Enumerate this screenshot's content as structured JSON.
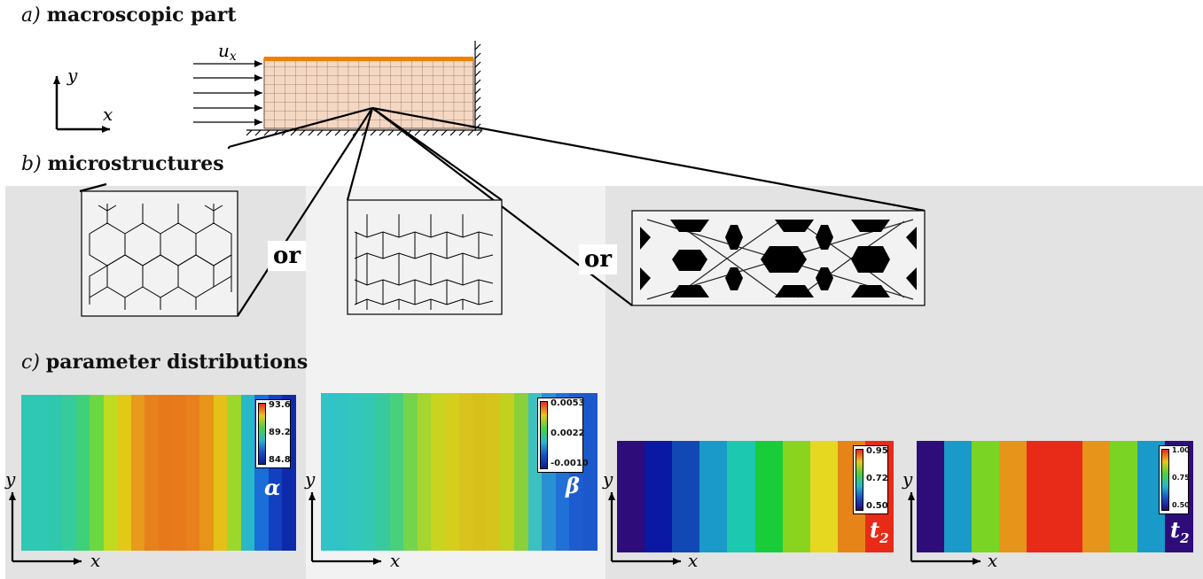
{
  "sections": {
    "a": {
      "letter": "a)",
      "title": "macroscopic part"
    },
    "b": {
      "letter": "b)",
      "title": "microstructures"
    },
    "c": {
      "letter": "c)",
      "title": "parameter distributions"
    }
  },
  "macro": {
    "load_label": "u",
    "load_subscript": "x",
    "axis_x": "x",
    "axis_y": "y"
  },
  "micro": {
    "or_1": "or",
    "or_2": "or"
  },
  "maps": [
    {
      "symbol": "α",
      "subscript": "",
      "colorbar_ticks": [
        "93.6",
        "89.2",
        "84.8"
      ],
      "axis_x": "x",
      "axis_y": "y",
      "column_colors": [
        "#2fc8b4",
        "#2fc8b4",
        "#30c8ac",
        "#35cb9c",
        "#3fd07a",
        "#6ad840",
        "#c0dc20",
        "#e4c818",
        "#e89a1c",
        "#e8801c",
        "#e8781c",
        "#e87a1c",
        "#e8801c",
        "#e89418",
        "#e4c018",
        "#9cd82c",
        "#28b8c8",
        "#1a6ed8",
        "#1240c0",
        "#0c2aaa"
      ],
      "colors": {
        "low": "#0c1d8e",
        "high": "#e82a1c"
      }
    },
    {
      "symbol": "β",
      "subscript": "",
      "colorbar_ticks": [
        "0.0053",
        "0.0022",
        "-0.0010"
      ],
      "axis_x": "x",
      "axis_y": "y",
      "column_colors": [
        "#30c4c8",
        "#30c4c4",
        "#32c6bc",
        "#34c8b4",
        "#38ca9e",
        "#48d07c",
        "#74d44c",
        "#a6d430",
        "#c8d420",
        "#d6ce1c",
        "#d8c41c",
        "#d8c01c",
        "#d6c41c",
        "#c4d020",
        "#88d03c",
        "#3cc0c0",
        "#2a90d4",
        "#2070d8",
        "#1c5cd0",
        "#1a58cc"
      ],
      "colors": {
        "low": "#0c1d8e",
        "high": "#e82a1c"
      }
    },
    {
      "symbol": "t",
      "subscript": "2",
      "colorbar_ticks": [
        "0.95",
        "0.72",
        "0.50"
      ],
      "axis_x": "x",
      "axis_y": "y",
      "column_colors": [
        "#2e0c7a",
        "#0a18a4",
        "#1248b4",
        "#1a9ac8",
        "#1cc8b0",
        "#18cc3a",
        "#8ad420",
        "#e6d820",
        "#e68418",
        "#e82a18"
      ],
      "colors": {
        "low": "#2a0870",
        "high": "#e82a1c"
      }
    },
    {
      "symbol": "t",
      "subscript": "2",
      "colorbar_ticks": [
        "1.00",
        "0.75",
        "0.50"
      ],
      "axis_x": "x",
      "axis_y": "y",
      "column_colors": [
        "#2e0c7a",
        "#1a9ac8",
        "#7ad424",
        "#e6941a",
        "#e82a18",
        "#e82a18",
        "#e6941a",
        "#7ad424",
        "#1a9ac8",
        "#2e0c7a"
      ],
      "colors": {
        "low": "#2a0870",
        "high": "#e82a1c"
      }
    }
  ],
  "colors": {
    "panel_dark": "#e3e3e3",
    "panel_light": "#f2f2f2",
    "mesh_fill": "#f5d8c4",
    "mesh_line": "#8a6a5a",
    "load_edge": "#f08000"
  }
}
